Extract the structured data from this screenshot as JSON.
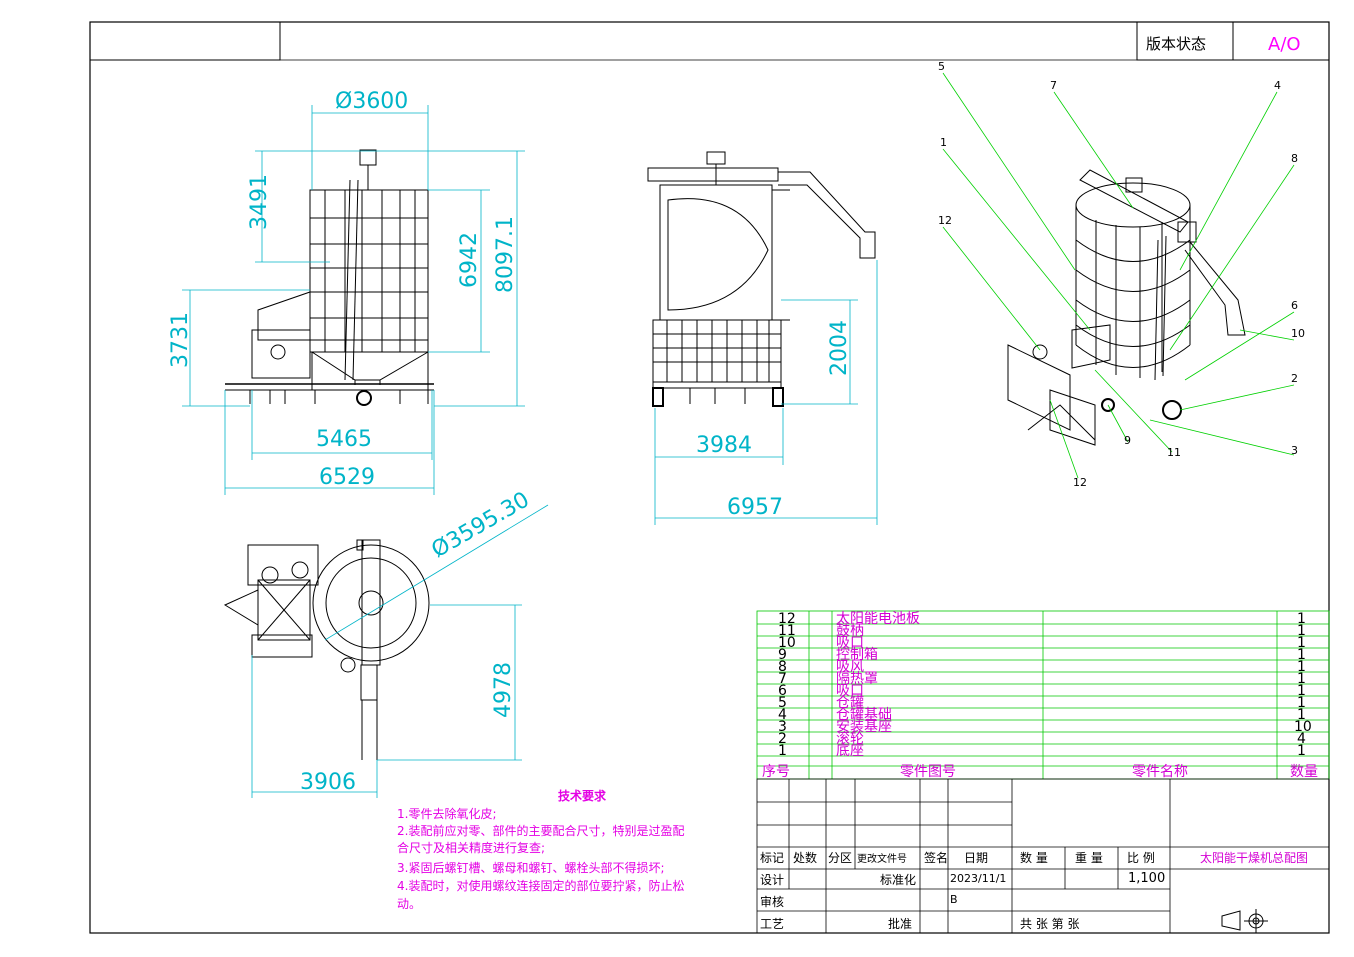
{
  "title_block": {
    "version_label": "版本状态",
    "version_value": "A/O",
    "drawing_name": "太阳能干燥机总配图",
    "scale": "1,100",
    "date": "2023/11/1",
    "mark_b": "B",
    "headers": {
      "mark": "标记",
      "count": "处数",
      "zone": "分区",
      "change_doc": "更改文件号",
      "sign": "签名",
      "date": "日期",
      "qty": "数 量",
      "weight": "重 量",
      "ratio": "比 例",
      "design": "设计",
      "standard": "标准化",
      "review": "审核",
      "craft": "工艺",
      "approve": "批准",
      "sheets": "共 张 第 张"
    }
  },
  "bom": {
    "headers": {
      "seq": "序号",
      "part_no": "零件图号",
      "part_name": "零件名称",
      "qty": "数量"
    },
    "rows": [
      {
        "seq": "12",
        "name": "太阳能电池板",
        "qty": "1"
      },
      {
        "seq": "11",
        "name": "鼓柄",
        "qty": "1"
      },
      {
        "seq": "10",
        "name": "吸口",
        "qty": "1"
      },
      {
        "seq": "9",
        "name": "控制箱",
        "qty": "1"
      },
      {
        "seq": "8",
        "name": "吸风",
        "qty": "1"
      },
      {
        "seq": "7",
        "name": "隔热罩",
        "qty": "1"
      },
      {
        "seq": "6",
        "name": "吸口",
        "qty": "1"
      },
      {
        "seq": "5",
        "name": "仓罐",
        "qty": "1"
      },
      {
        "seq": "4",
        "name": "仓罐基础",
        "qty": "1"
      },
      {
        "seq": "3",
        "name": "安装基座",
        "qty": "10"
      },
      {
        "seq": "2",
        "name": "滚轮",
        "qty": "4"
      },
      {
        "seq": "1",
        "name": "底座",
        "qty": "1"
      }
    ]
  },
  "tech_requirements": {
    "title": "技术要求",
    "lines": [
      "1.零件去除氧化皮;",
      "2.装配前应对零、部件的主要配合尺寸，特别是过盈配",
      "合尺寸及相关精度进行复查;",
      "3.紧固后螺钉槽、螺母和螺钉、螺栓头部不得损坏;",
      "4.装配时，对使用螺纹连接固定的部位要拧紧，防止松",
      "动。"
    ]
  },
  "dimensions": {
    "front": {
      "top_diameter": "Ø3600",
      "d3491": "3491",
      "d6942": "6942",
      "d8097": "8097.1",
      "d3731": "3731",
      "d5465": "5465",
      "d6529": "6529"
    },
    "side": {
      "d2004": "2004",
      "d3984": "3984",
      "d6957": "6957"
    },
    "top": {
      "diameter": "Ø3595.30",
      "d4978": "4978",
      "d3906": "3906"
    }
  },
  "iso_labels": [
    "5",
    "7",
    "4",
    "8",
    "1",
    "12",
    "6",
    "10",
    "2",
    "3",
    "9",
    "11",
    "12"
  ],
  "colors": {
    "dimension": "#00b4c8",
    "leader": "#00d000",
    "tech_text": "#e400e4",
    "bom_lines": "#00c800",
    "bom_text": "#d400d4"
  }
}
